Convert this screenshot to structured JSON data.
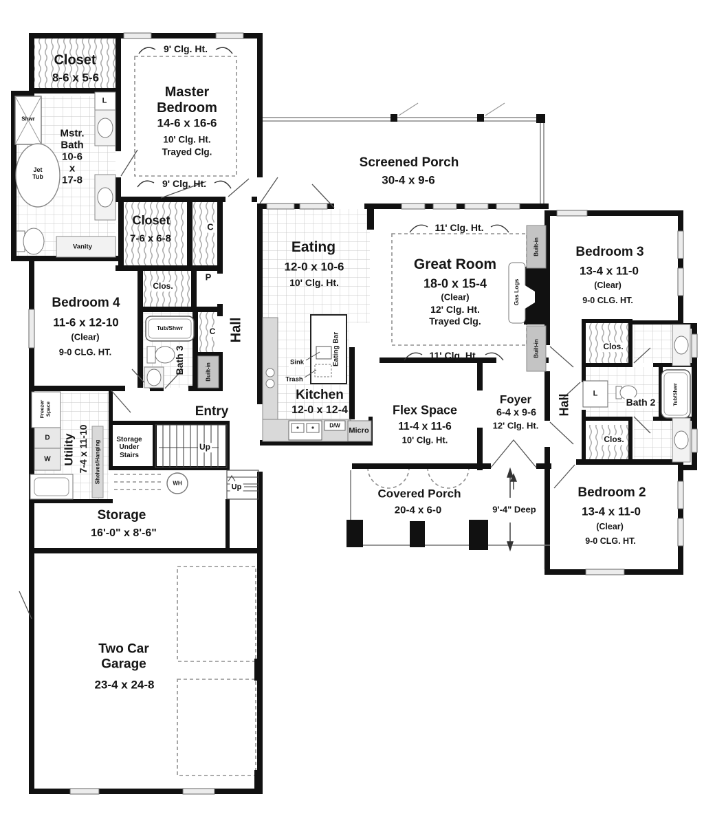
{
  "plan": {
    "rooms": {
      "closet1": {
        "name": "Closet",
        "dims": "8-6 x 5-6"
      },
      "master_bedroom": {
        "name": "Master\nBedroom",
        "dims": "14-6 x 16-6",
        "note1": "10' Clg. Ht.",
        "note2": "Trayed Clg."
      },
      "mstr_bath": {
        "name": "Mstr.\nBath\n10-6\nx\n17-8"
      },
      "closet2": {
        "name": "Closet",
        "dims": "7-6 x 6-8"
      },
      "bedroom4": {
        "name": "Bedroom 4",
        "dims": "11-6 x 12-10",
        "clear": "(Clear)",
        "clg": "9-0 CLG. HT."
      },
      "bath3": {
        "name": "Bath 3"
      },
      "screened_porch": {
        "name": "Screened Porch",
        "dims": "30-4 x 9-6"
      },
      "eating": {
        "name": "Eating",
        "dims": "12-0 x 10-6",
        "clg": "10' Clg. Ht."
      },
      "great_room": {
        "name": "Great Room",
        "dims": "18-0 x 15-4",
        "clear": "(Clear)",
        "clg": "12' Clg. Ht.",
        "note": "Trayed Clg."
      },
      "bedroom3": {
        "name": "Bedroom 3",
        "dims": "13-4 x 11-0",
        "clear": "(Clear)",
        "clg": "9-0 CLG. HT."
      },
      "bath2": {
        "name": "Bath 2"
      },
      "bedroom2": {
        "name": "Bedroom 2",
        "dims": "13-4 x 11-0",
        "clear": "(Clear)",
        "clg": "9-0 CLG. HT."
      },
      "kitchen": {
        "name": "Kitchen",
        "dims": "12-0 x 12-4"
      },
      "flex": {
        "name": "Flex Space",
        "dims": "11-4 x 11-6",
        "clg": "10' Clg. Ht."
      },
      "foyer": {
        "name": "Foyer",
        "dims": "6-4 x 9-6",
        "clg": "12' Clg. Ht."
      },
      "entry": {
        "name": "Entry"
      },
      "utility": {
        "name": "Utility",
        "dims": "7-4 x 11-10"
      },
      "storage": {
        "name": "Storage",
        "dims": "16'-0\" x 8'-6\""
      },
      "garage": {
        "name": "Two Car\nGarage",
        "dims": "23-4 x 24-8"
      },
      "covered_porch": {
        "name": "Covered Porch",
        "dims": "20-4 x 6-0"
      }
    },
    "annotations": {
      "clg9": "9' Clg. Ht.",
      "clg11": "11' Clg. Ht.",
      "deep": "9'-4\" Deep",
      "hall": "Hall",
      "storage_under": "Storage\nUnder\nStairs",
      "up": "Up"
    },
    "fixtures": {
      "shwr": "Shwr",
      "jet_tub": "Jet\nTub",
      "vanity": "Vanity",
      "linen": "L",
      "tub_shwr": "Tub/Shwr",
      "builtin": "Built-in",
      "gas_logs": "Gas Logs",
      "eating_bar": "Eating Bar",
      "sink": "Sink",
      "trash": "Trash",
      "dw": "D/W",
      "micro": "Micro",
      "clos": "Clos.",
      "c": "C",
      "p": "P",
      "washer": "W",
      "dryer": "D",
      "freezer": "Freezer\nSpace",
      "shelves": "Shelves/Hanging",
      "wh": "WH"
    },
    "colors": {
      "wall": "#111111",
      "tile_line": "#c9c9c9",
      "hatch": "#adadad",
      "counter": "#d9d9d9",
      "screen": "#8a8a8a"
    }
  }
}
